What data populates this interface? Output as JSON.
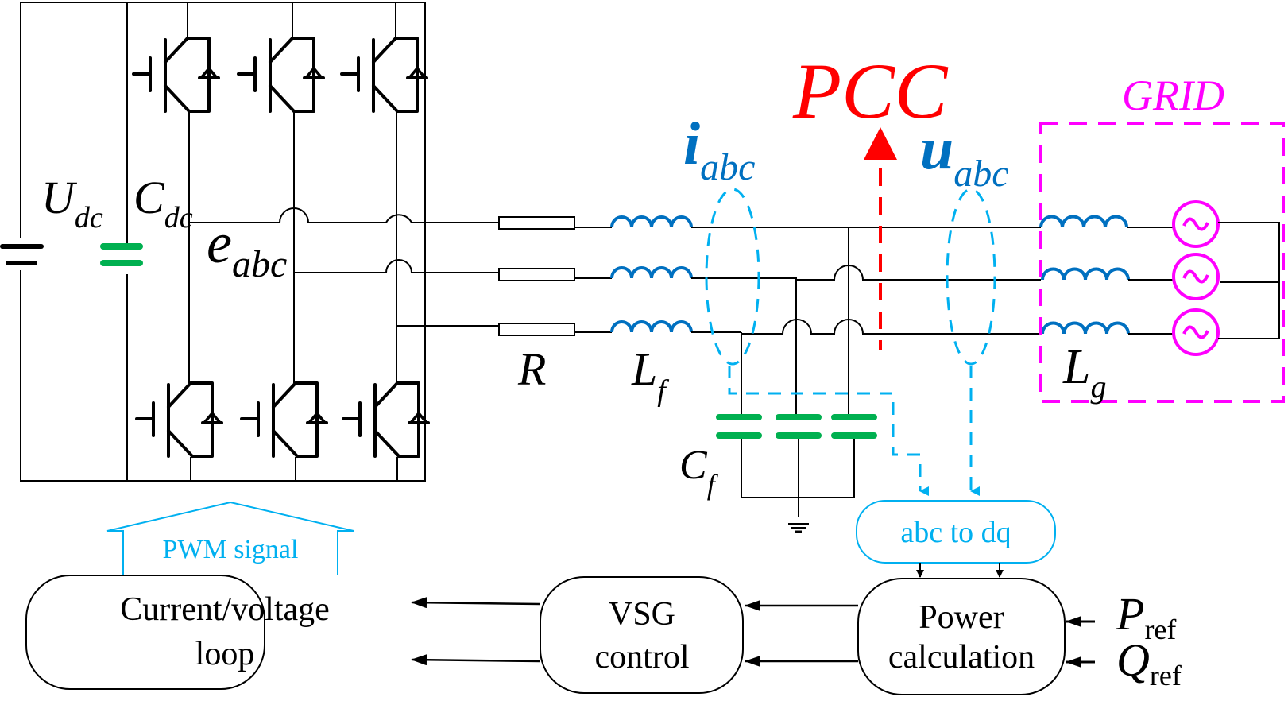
{
  "title": "VSG grid-connected inverter with LC filter and control loop",
  "labels": {
    "udc": {
      "main": "U",
      "sub": "dc"
    },
    "cdc": {
      "main": "C",
      "sub": "dc"
    },
    "eabc": {
      "main": "e",
      "sub": "abc"
    },
    "r": {
      "main": "R"
    },
    "lf": {
      "main": "L",
      "sub": "f"
    },
    "cf": {
      "main": "C",
      "sub": "f"
    },
    "lg": {
      "main": "L",
      "sub": "g"
    },
    "iabc": {
      "main": "i",
      "sub": "abc"
    },
    "uabc": {
      "main": "u",
      "sub": "abc"
    },
    "pcc": "PCC",
    "grid": "GRID",
    "pref": {
      "main": "P",
      "sub": "ref"
    },
    "qref": {
      "main": "Q",
      "sub": "ref"
    }
  },
  "blocks": {
    "abc_to_dq": "abc to dq",
    "power_calc": [
      "Power",
      "calculation"
    ],
    "vsg": [
      "VSG",
      "control"
    ],
    "loop": [
      "Current/voltage",
      "loop"
    ],
    "pwm": "PWM signal"
  },
  "colors": {
    "wire": "#000000",
    "inductor": "#0070c0",
    "capacitor": "#00b050",
    "measurement": "#00b0f0",
    "pcc": "#ff0000",
    "grid": "#ff00ff"
  }
}
